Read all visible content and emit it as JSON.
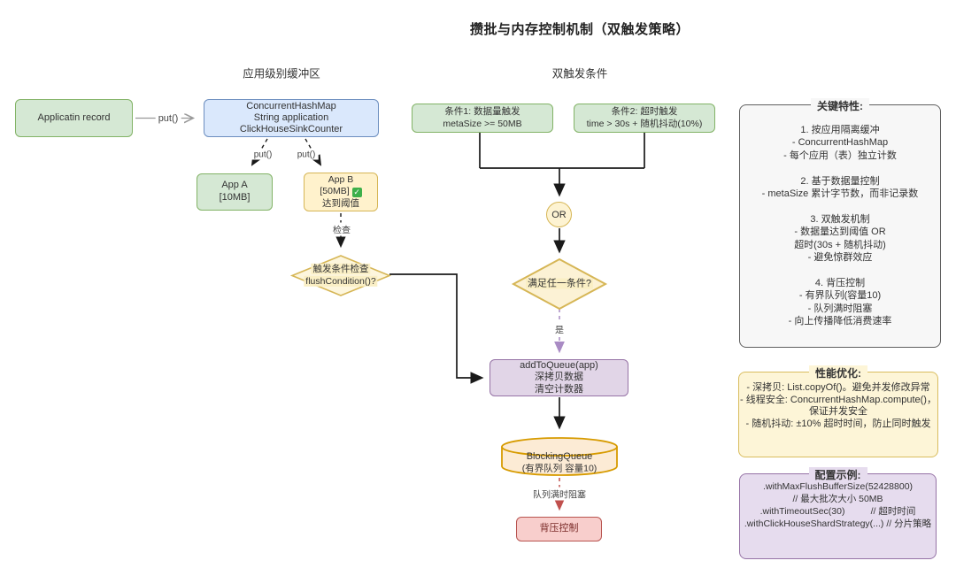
{
  "title": "攒批与内存控制机制（双触发策略）",
  "sections": {
    "buffer": "应用级别缓冲区",
    "trigger": "双触发条件"
  },
  "nodes": {
    "record": {
      "label": "Applicatin record"
    },
    "buffer_map": {
      "lines": [
        "ConcurrentHashMap",
        "String application",
        "ClickHouseSinkCounter"
      ]
    },
    "app_a": {
      "lines": [
        "App A",
        "[10MB]"
      ]
    },
    "app_b": {
      "line1": "App B",
      "line2": "[50MB]",
      "badge": "✓",
      "line3": "达到阈值"
    },
    "flush_check": {
      "lines": [
        "触发条件检查",
        "flushCondition()?"
      ]
    },
    "cond1": {
      "lines": [
        "条件1: 数据量触发",
        "metaSize >= 50MB"
      ]
    },
    "cond2": {
      "lines": [
        "条件2: 超时触发",
        "time > 30s + 随机抖动(10%)"
      ]
    },
    "or": {
      "label": "OR"
    },
    "any_cond": {
      "label": "满足任一条件?"
    },
    "add_to_queue": {
      "lines": [
        "addToQueue(app)",
        "深拷贝数据",
        "清空计数器"
      ]
    },
    "blocking_queue": {
      "lines": [
        "BlockingQueue",
        "(有界队列 容量10)"
      ]
    },
    "backpressure": {
      "label": "背压控制"
    }
  },
  "edges": {
    "put1": "put()",
    "put2": "put()",
    "put3": "put()",
    "check": "检查",
    "yes": "是",
    "queue_full": "队列满时阻塞"
  },
  "panels": {
    "key_features": {
      "title": "关键特性:",
      "lines": [
        "1. 按应用隔离缓冲",
        "- ConcurrentHashMap",
        "- 每个应用（表）独立计数",
        "",
        "2. 基于数据量控制",
        "- metaSize 累计字节数，而非记录数",
        "",
        "3. 双触发机制",
        "- 数据量达到阈值 OR",
        "超时(30s + 随机抖动)",
        "- 避免惊群效应",
        "",
        "4. 背压控制",
        "- 有界队列(容量10)",
        "- 队列满时阻塞",
        "- 向上传播降低消费速率"
      ]
    },
    "performance": {
      "title": "性能优化:",
      "lines": [
        "- 深拷贝: List.copyOf()。避免并发修改异常",
        "- 线程安全: ConcurrentHashMap.compute()，",
        "保证并发安全",
        "- 随机抖动: ±10% 超时时间，防止同时触发"
      ]
    },
    "config": {
      "title": "配置示例:",
      "lines": [
        ".withMaxFlushBufferSize(52428800)",
        "// 最大批次大小 50MB",
        ".withTimeoutSec(30)          // 超时时间",
        ".withClickHouseShardStrategy(...) // 分片策略"
      ]
    }
  },
  "colors": {
    "green_fill": "#d5e8d4",
    "green_stroke": "#82b366",
    "blue_fill": "#dae8fc",
    "blue_stroke": "#6c8ebf",
    "yellow_fill": "#fff2cc",
    "yellow_stroke": "#d6b656",
    "purple_fill": "#e1d5e7",
    "purple_stroke": "#9673a6",
    "red_fill": "#f8cecc",
    "red_stroke": "#b85450",
    "cylinder_fill": "#fcebd5",
    "cylinder_stroke": "#d79b00",
    "edge_black": "#1a1a1a",
    "edge_grey": "#999999",
    "edge_purple": "#a98bc4",
    "edge_red": "#c0504d"
  }
}
